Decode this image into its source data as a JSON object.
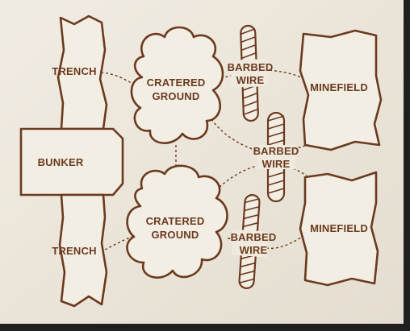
{
  "board": {
    "colors": {
      "paper": "#ece6da",
      "ink": "#6b3a1f",
      "shadow": "#1c1c1c"
    },
    "nodes": {
      "trench_top": {
        "label": "TRENCH"
      },
      "trench_bottom": {
        "label": "TRENCH"
      },
      "bunker": {
        "label": "BUNKER"
      },
      "cratered_top": {
        "line1": "CRATERED",
        "line2": "GROUND"
      },
      "cratered_bottom": {
        "line1": "CRATERED",
        "line2": "GROUND"
      },
      "wire_top": {
        "line1": "BARBED",
        "line2": "WIRE"
      },
      "wire_middle": {
        "line1": "BARBED",
        "line2": "WIRE"
      },
      "wire_bottom": {
        "line1": "BARBED",
        "line2": "WIRE"
      },
      "minefield_top": {
        "label": "MINEFIELD"
      },
      "minefield_bottom": {
        "label": "MINEFIELD"
      }
    }
  }
}
